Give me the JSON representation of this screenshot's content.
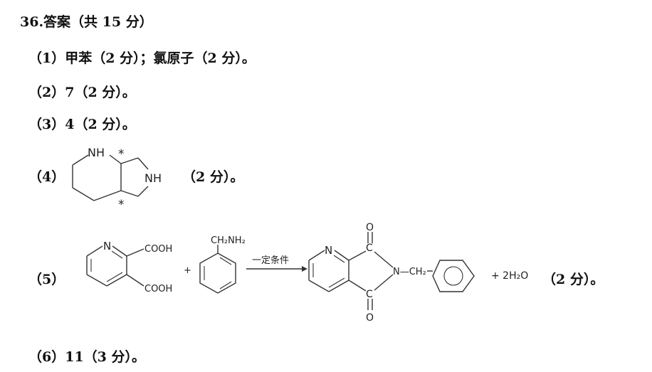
{
  "title": "36.答案（共 15 分）",
  "answers": {
    "q1": "（1）甲苯（2 分）；氯原子（2 分）。",
    "q2": "（2）7（2 分）。",
    "q3": "（3）4（2 分）。",
    "q4_label": "（4）",
    "q4_score": "（2 分）。",
    "q5_label": "（5）",
    "q5_score": "（2 分）。",
    "q6": "（6）11（3 分）。"
  },
  "structure_4": {
    "nh_top": "NH",
    "nh_right": "NH",
    "star": "*"
  },
  "reaction_5": {
    "reactant1_n": "N",
    "reactant1_cooh_top": "COOH",
    "reactant1_cooh_bottom": "COOH",
    "plus1": "+",
    "reactant2_group": "CH₂NH₂",
    "condition": "一定条件",
    "product_n_ring": "N",
    "product_o_top": "O",
    "product_c_top": "C",
    "product_o_bottom": "O",
    "product_c_bottom": "C",
    "product_n_ch2": "N—CH₂",
    "byproduct": "+ 2H₂O"
  }
}
